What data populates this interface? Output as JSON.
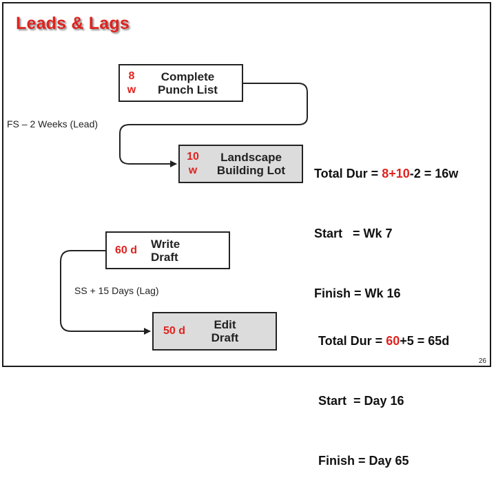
{
  "title": "Leads & Lags",
  "example1": {
    "predecessor": {
      "duration_value": "8",
      "duration_unit": "w",
      "name_line1": "Complete",
      "name_line2": "Punch List"
    },
    "successor": {
      "duration_value": "10",
      "duration_unit": "w",
      "name_line1": "Landscape",
      "name_line2": "Building Lot"
    },
    "relationship": "FS – 2 Weeks (Lead)",
    "total": {
      "prefix": "Total Dur = ",
      "a": "8",
      "plus1": "+",
      "b": "10",
      "rest": "-2 = 16w"
    },
    "start": "Start   = Wk 7",
    "finish": "Finish = Wk 16"
  },
  "example2": {
    "predecessor": {
      "duration": "60 d",
      "name_line1": "Write",
      "name_line2": "Draft"
    },
    "successor": {
      "duration": "50 d",
      "name_line1": "Edit",
      "name_line2": "Draft"
    },
    "relationship": "SS + 15 Days (Lag)",
    "total": {
      "prefix": "Total Dur = ",
      "a": "60",
      "rest": "+5 = 65d"
    },
    "start": "Start  = Day 16",
    "finish": "Finish = Day 65"
  },
  "page_number": "26",
  "colors": {
    "title": "#e0221e",
    "duration": "#e0221e",
    "successor_fill": "#dcdcdc",
    "line": "#222222"
  }
}
